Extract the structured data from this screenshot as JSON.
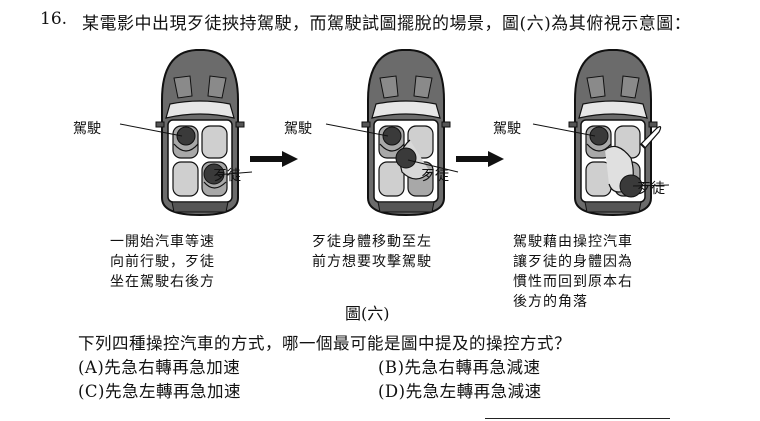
{
  "question": {
    "number": "16.",
    "stem": "某電影中出現歹徒挾持駕駛，而駕駛試圖擺脫的場景，圖(六)為其俯視示意圖："
  },
  "figure": {
    "label_driver": "駕駛",
    "label_robber": "歹徒",
    "captions": [
      [
        "一開始汽車等速",
        "向前行駛，歹徒",
        "坐在駕駛右後方"
      ],
      [
        "歹徒身體移動至左",
        "前方想要攻擊駕駛"
      ],
      [
        "駕駛藉由操控汽車",
        "讓歹徒的身體因為",
        "慣性而回到原本右",
        "後方的角落"
      ]
    ],
    "caption": "圖(六)"
  },
  "sub_question": "下列四種操控汽車的方式，哪一個最可能是圖中提及的操控方式？",
  "options": {
    "A": "(A)先急右轉再急加速",
    "B": "(B)先急右轉再急減速",
    "C": "(C)先急左轉再急加速",
    "D": "(D)先急左轉再急減速"
  }
}
